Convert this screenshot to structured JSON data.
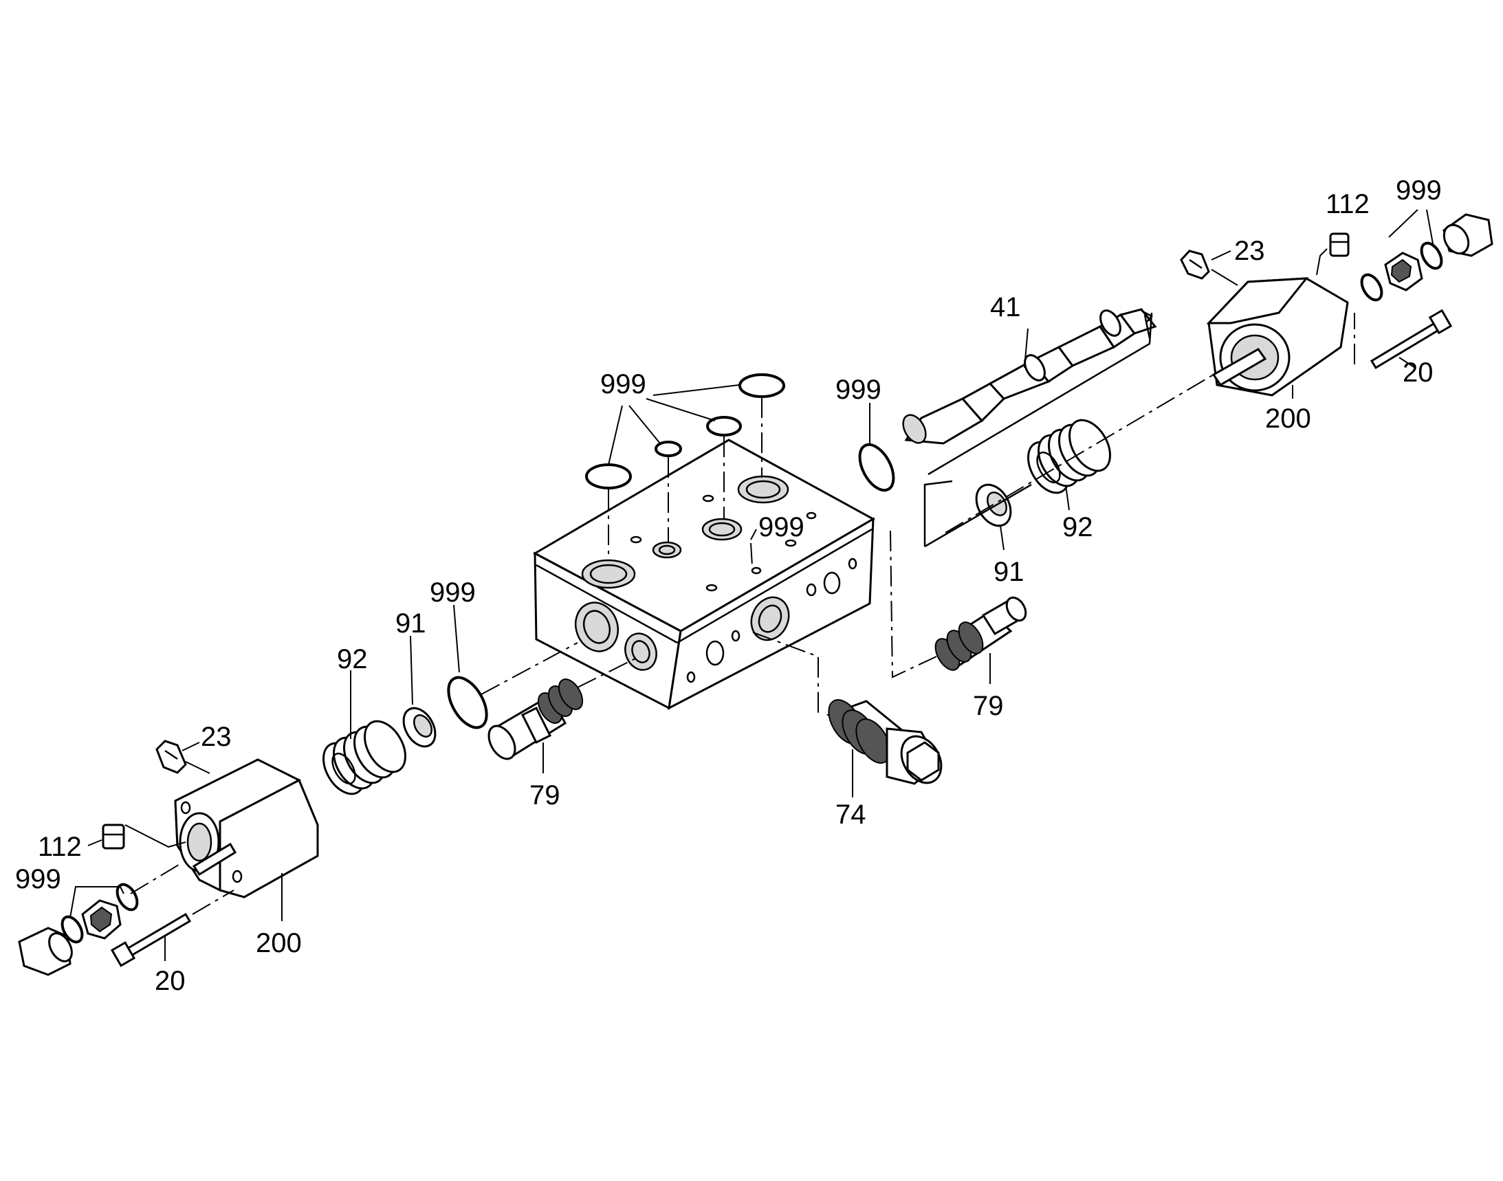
{
  "labels": {
    "seal_top_group": "999",
    "seal_block_top_right": "999",
    "seal_upper_right": "999",
    "seal_left_center": "999",
    "seal_right_cap": "999",
    "seal_left_cap": "999",
    "spool": "41",
    "spring_right": "92",
    "spring_left": "92",
    "washer_right": "91",
    "washer_left": "91",
    "cartridge_right": "79",
    "cartridge_left": "79",
    "relief_valve": "74",
    "fitting_right": "23",
    "fitting_left": "23",
    "plug_right": "112",
    "plug_left": "112",
    "cover_right": "200",
    "cover_left": "200",
    "bolt_right": "20",
    "bolt_left": "20"
  }
}
